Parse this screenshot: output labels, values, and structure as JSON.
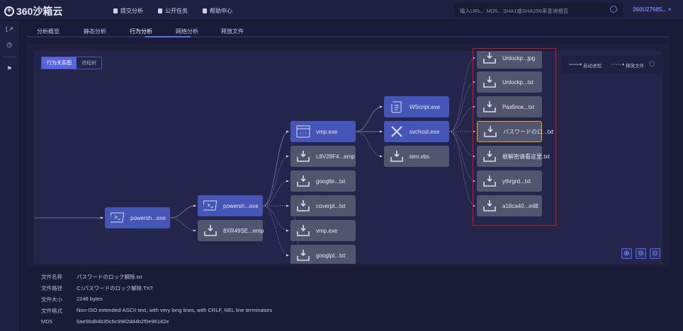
{
  "header": {
    "logo": "360沙箱云",
    "nav": [
      "提交分析",
      "公开任务",
      "帮助中心"
    ],
    "search_placeholder": "输入URL、MD5、SHA1或SHA256来查询报告",
    "user": "360U27685..."
  },
  "tabs": [
    "分析概览",
    "静态分析",
    "行为分析",
    "网络分析",
    "释放文件"
  ],
  "active_tab": "行为分析",
  "view_toggle": {
    "graph": "行为关系图",
    "tree": "进程树"
  },
  "legend": {
    "start_process": "启动进程",
    "release_file": "释放文件"
  },
  "nodes": [
    {
      "id": "n1",
      "label": "powersh...exe",
      "type": "process",
      "icon": "terminal-icon"
    },
    {
      "id": "n2",
      "label": "powersh...exe",
      "type": "process",
      "icon": "terminal-icon"
    },
    {
      "id": "n3",
      "label": "8XR49SE...emp",
      "type": "file",
      "icon": "download-icon"
    },
    {
      "id": "n4",
      "label": "vmp.exe",
      "type": "process",
      "icon": "window-icon"
    },
    {
      "id": "n5",
      "label": "L8V28F4...emp",
      "type": "file",
      "icon": "download-icon"
    },
    {
      "id": "n6",
      "label": "googlte...txt",
      "type": "file",
      "icon": "download-icon"
    },
    {
      "id": "n7",
      "label": "coverpt...txt",
      "type": "file",
      "icon": "download-icon"
    },
    {
      "id": "n8",
      "label": "vmp.exe",
      "type": "file",
      "icon": "download-icon"
    },
    {
      "id": "n9",
      "label": "googlpt...txt",
      "type": "file",
      "icon": "download-icon"
    },
    {
      "id": "n10",
      "label": "WScript.exe",
      "type": "process",
      "icon": "script-icon"
    },
    {
      "id": "n11",
      "label": "svchost.exe",
      "type": "process",
      "icon": "tools-icon"
    },
    {
      "id": "n12",
      "label": "tem.vbs",
      "type": "file",
      "icon": "download-icon"
    },
    {
      "id": "n13",
      "label": "Unlockp...jpg",
      "type": "file",
      "icon": "download-icon"
    },
    {
      "id": "n14",
      "label": "Unlockp...txt",
      "type": "file",
      "icon": "download-icon"
    },
    {
      "id": "n15",
      "label": "Разблок...txt",
      "type": "file",
      "icon": "download-icon"
    },
    {
      "id": "n16",
      "label": "パスワードのロ...txt",
      "type": "file",
      "icon": "download-icon",
      "selected": true
    },
    {
      "id": "n17",
      "label": "根解密请看这里.txt",
      "type": "file",
      "icon": "download-icon"
    },
    {
      "id": "n18",
      "label": "ythrgrd...txt",
      "type": "file",
      "icon": "download-icon"
    },
    {
      "id": "n19",
      "label": "a18ca40...e48",
      "type": "file",
      "icon": "download-icon"
    }
  ],
  "edges": [
    [
      "n1",
      "n2",
      "start"
    ],
    [
      "n1",
      "n3",
      "release"
    ],
    [
      "n2",
      "n4",
      "start"
    ],
    [
      "n2",
      "n5",
      "release"
    ],
    [
      "n2",
      "n6",
      "release"
    ],
    [
      "n2",
      "n7",
      "release"
    ],
    [
      "n2",
      "n8",
      "release"
    ],
    [
      "n2",
      "n9",
      "release"
    ],
    [
      "n4",
      "n10",
      "start"
    ],
    [
      "n4",
      "n11",
      "start"
    ],
    [
      "n4",
      "n12",
      "release"
    ],
    [
      "n11",
      "n13",
      "release"
    ],
    [
      "n11",
      "n14",
      "release"
    ],
    [
      "n11",
      "n15",
      "release"
    ],
    [
      "n11",
      "n16",
      "release"
    ],
    [
      "n11",
      "n17",
      "release"
    ],
    [
      "n11",
      "n18",
      "release"
    ],
    [
      "n11",
      "n19",
      "release"
    ]
  ],
  "details": [
    {
      "key": "文件名称",
      "value": "パスワードのロック解除.txt"
    },
    {
      "key": "文件路径",
      "value": "C:\\パスワードのロック解除.TXT"
    },
    {
      "key": "文件大小",
      "value": "2248 bytes"
    },
    {
      "key": "文件格式",
      "value": "Non-ISO extended-ASCII text, with very long lines, with CRLF, NEL line terminators"
    },
    {
      "key": "MD5",
      "value": "6ae56d84b35c6c9982dd4b2f0e96182e"
    }
  ]
}
